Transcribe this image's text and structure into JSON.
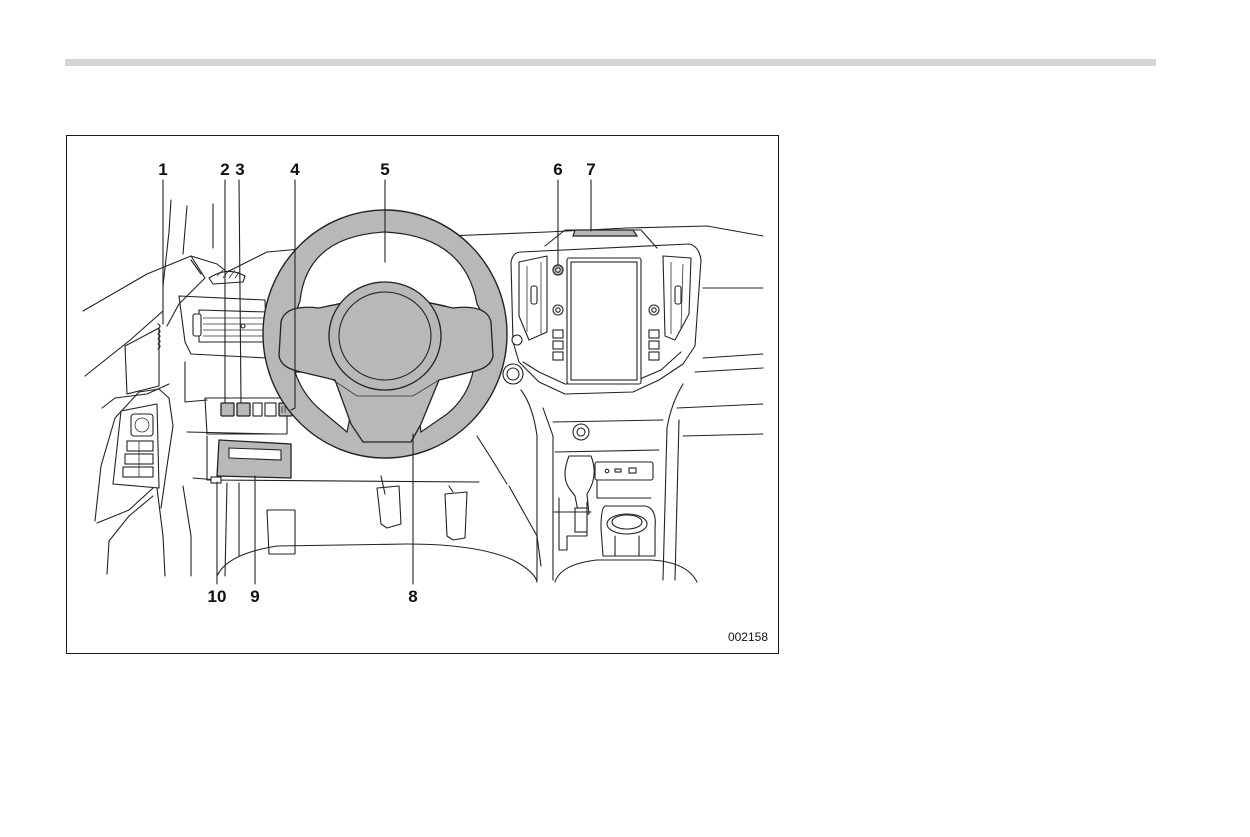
{
  "callouts": [
    {
      "id": "c1",
      "label": "1"
    },
    {
      "id": "c2",
      "label": "2"
    },
    {
      "id": "c3",
      "label": "3"
    },
    {
      "id": "c4",
      "label": "4"
    },
    {
      "id": "c5",
      "label": "5"
    },
    {
      "id": "c6",
      "label": "6"
    },
    {
      "id": "c7",
      "label": "7"
    },
    {
      "id": "c8",
      "label": "8"
    },
    {
      "id": "c9",
      "label": "9"
    },
    {
      "id": "c10",
      "label": "10"
    }
  ],
  "figure_id": "002158",
  "colors": {
    "highlight_fill": "#b8b8b8",
    "header_rule": "#d5d5d5",
    "line": "#222222"
  }
}
